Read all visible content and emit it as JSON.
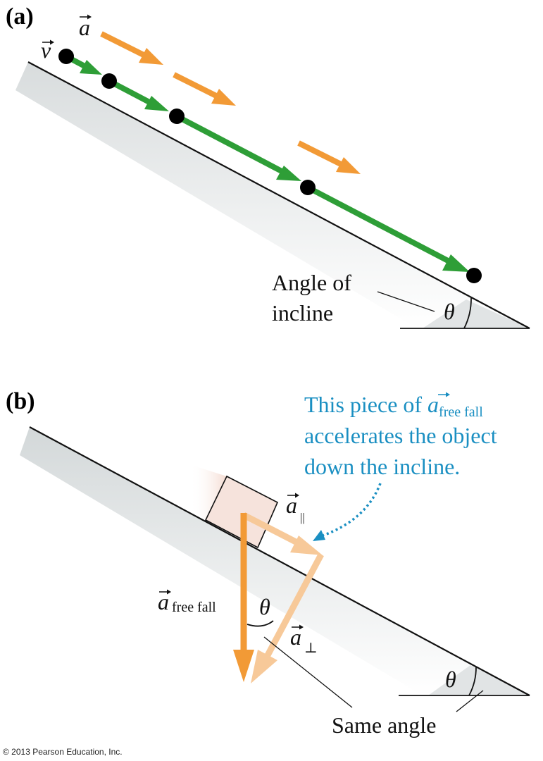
{
  "panel_a": {
    "label": "(a)",
    "velocity_symbol": "v",
    "acceleration_symbol": "a",
    "angle_label_line1": "Angle of",
    "angle_label_line2": "incline",
    "theta": "θ"
  },
  "panel_b": {
    "label": "(b)",
    "callout_line1_prefix": "This piece of ",
    "callout_vec": "a",
    "callout_sub": "free fall",
    "callout_line2": "accelerates the object",
    "callout_line3": "down the incline.",
    "a_parallel_symbol": "a",
    "a_parallel_sub": "||",
    "a_freefall_symbol": "a",
    "a_freefall_sub": "free fall",
    "a_perp_symbol": "a",
    "a_perp_sub": "⊥",
    "theta": "θ",
    "theta_right": "θ",
    "same_angle": "Same angle"
  },
  "copyright": "© 2013 Pearson Education, Inc.",
  "colors": {
    "velocity": "#2e9e37",
    "acceleration": "#f29a36",
    "acceleration_light": "#f7c999",
    "callout": "#1a8fc2"
  }
}
